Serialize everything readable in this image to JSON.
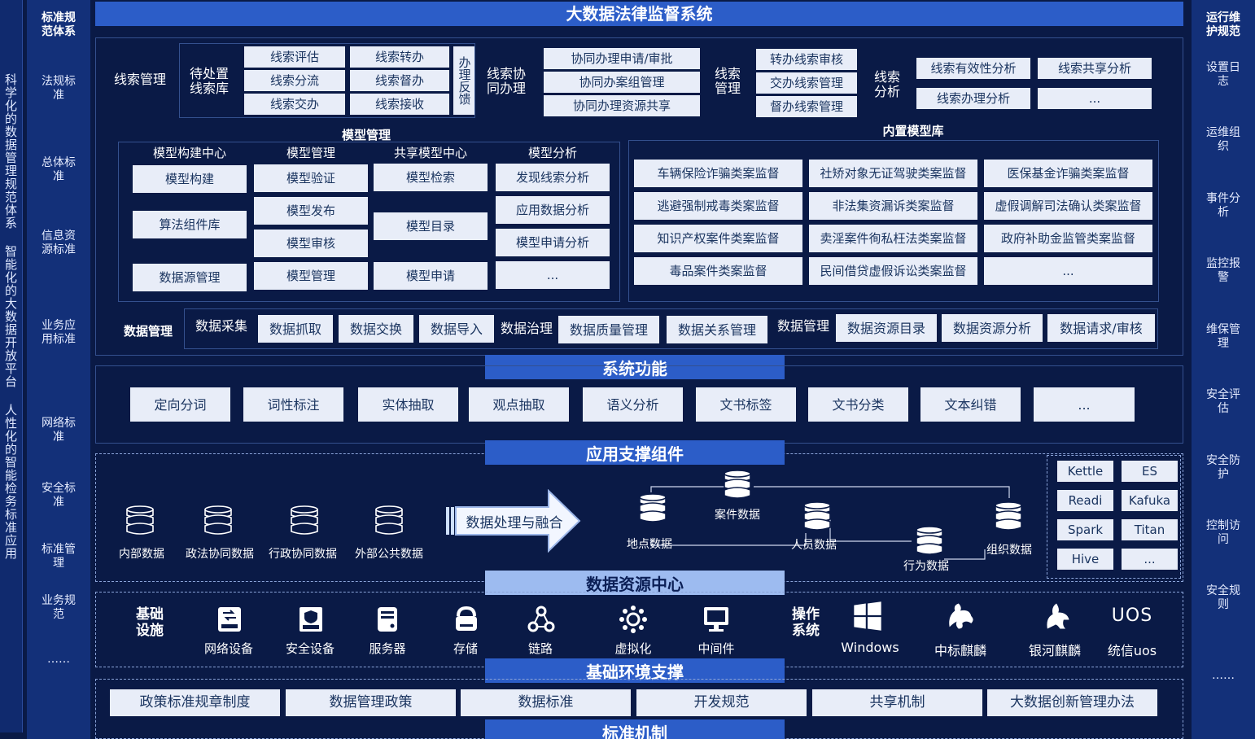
{
  "left_vertical": "科学化的数据管理规范体系 智能化的大数据开放平台 人性化的智能检务标准应用",
  "left_column": {
    "title": "标准规范体系",
    "items": [
      "法规标准",
      "总体标准",
      "信息资源标准",
      "业务应用标准",
      "网络标准",
      "安全标准",
      "标准管理",
      "业务规范",
      "……"
    ]
  },
  "right_column": {
    "title": "运行维护规范",
    "items": [
      "设置日志",
      "运维组织",
      "事件分析",
      "监控报警",
      "维保管理",
      "安全评估",
      "安全防护",
      "控制访问",
      "安全规则",
      "……"
    ]
  },
  "top_title": "大数据法律监督系统",
  "clue_mgmt": {
    "label": "线索管理",
    "pending_label": "待处置线索库",
    "col1": [
      "线索评估",
      "线索分流",
      "线索交办"
    ],
    "col2": [
      "线索转办",
      "线索督办",
      "线索接收"
    ],
    "feedback": "办理反馈",
    "coop_label": "线索协同办理",
    "coop": [
      "协同办理申请/审批",
      "协同办案组管理",
      "协同办理资源共享"
    ],
    "mgmt_label": "线索管理",
    "mgmt": [
      "转办线索审核",
      "交办线索管理",
      "督办线索管理"
    ],
    "analysis_label": "线索分析",
    "analysis": [
      "线索有效性分析",
      "线索共享分析",
      "线索办理分析",
      "..."
    ]
  },
  "model_mgmt": {
    "title": "模型管理",
    "headers": [
      "模型构建中心",
      "模型管理",
      "共享模型中心",
      "模型分析"
    ],
    "build": [
      "模型构建",
      "算法组件库",
      "数据源管理"
    ],
    "manage": [
      "模型验证",
      "模型发布",
      "模型审核",
      "模型管理"
    ],
    "share": [
      "模型检索",
      "模型目录",
      "模型申请"
    ],
    "analyze": [
      "发现线索分析",
      "应用数据分析",
      "模型申请分析",
      "..."
    ]
  },
  "builtin_models": {
    "title": "内置模型库",
    "items": [
      "车辆保险诈骗类案监督",
      "社矫对象无证驾驶类案监督",
      "医保基金诈骗类案监督",
      "逃避强制戒毒类案监督",
      "非法集资漏诉类案监督",
      "虚假调解司法确认类案监督",
      "知识产权案件类案监督",
      "卖淫案件徇私枉法类案监督",
      "政府补助金监管类案监督",
      "毒品案件类案监督",
      "民间借贷虚假诉讼类案监督",
      "..."
    ]
  },
  "data_mgmt": {
    "title": "数据管理",
    "collect_label": "数据采集",
    "collect": [
      "数据抓取",
      "数据交换",
      "数据导入"
    ],
    "govern_label": "数据治理",
    "govern": [
      "数据质量管理",
      "数据关系管理"
    ],
    "manage_label": "数据管理",
    "manage": [
      "数据资源目录",
      "数据资源分析",
      "数据请求/审核"
    ]
  },
  "system_functions": {
    "title": "系统功能",
    "items": [
      "定向分词",
      "词性标注",
      "实体抽取",
      "观点抽取",
      "语义分析",
      "文书标签",
      "文书分类",
      "文本纠错",
      "..."
    ]
  },
  "app_support": {
    "title": "应用支撑组件",
    "sources": [
      "内部数据",
      "政法协同数据",
      "行政协同数据",
      "外部公共数据"
    ],
    "process": "数据处理与融合",
    "nodes": [
      "地点数据",
      "案件数据",
      "人员数据",
      "行为数据",
      "组织数据"
    ],
    "tools": [
      "Kettle",
      "ES",
      "Readi",
      "Kafuka",
      "Spark",
      "Titan",
      "Hive",
      "..."
    ]
  },
  "data_center": {
    "title": "数据资源中心"
  },
  "infrastructure": {
    "label": "基础设施",
    "items": [
      {
        "icon": "network-device-icon",
        "label": "网络设备"
      },
      {
        "icon": "security-device-icon",
        "label": "安全设备"
      },
      {
        "icon": "server-icon",
        "label": "服务器"
      },
      {
        "icon": "storage-icon",
        "label": "存储"
      },
      {
        "icon": "link-icon",
        "label": "链路"
      },
      {
        "icon": "virtualization-icon",
        "label": "虚拟化"
      },
      {
        "icon": "middleware-icon",
        "label": "中间件"
      }
    ],
    "os_label": "操作系统",
    "os": [
      {
        "icon": "windows-icon",
        "label": "Windows"
      },
      {
        "icon": "kylin-icon",
        "label": "中标麒麟"
      },
      {
        "icon": "yinhe-kylin-icon",
        "label": "银河麒麟"
      },
      {
        "icon": "uos-icon",
        "label": "统信uos",
        "logo": "UOS"
      }
    ]
  },
  "env_support": {
    "title": "基础环境支撑"
  },
  "standards": {
    "title": "标准机制",
    "items": [
      "政策标准规章制度",
      "数据管理政策",
      "数据标准",
      "开发规范",
      "共享机制",
      "大数据创新管理办法"
    ]
  },
  "colors": {
    "bg": "#0a1a46",
    "banner": "#2c5dc8",
    "box": "#e8edf8",
    "box_text": "#1b3560"
  }
}
